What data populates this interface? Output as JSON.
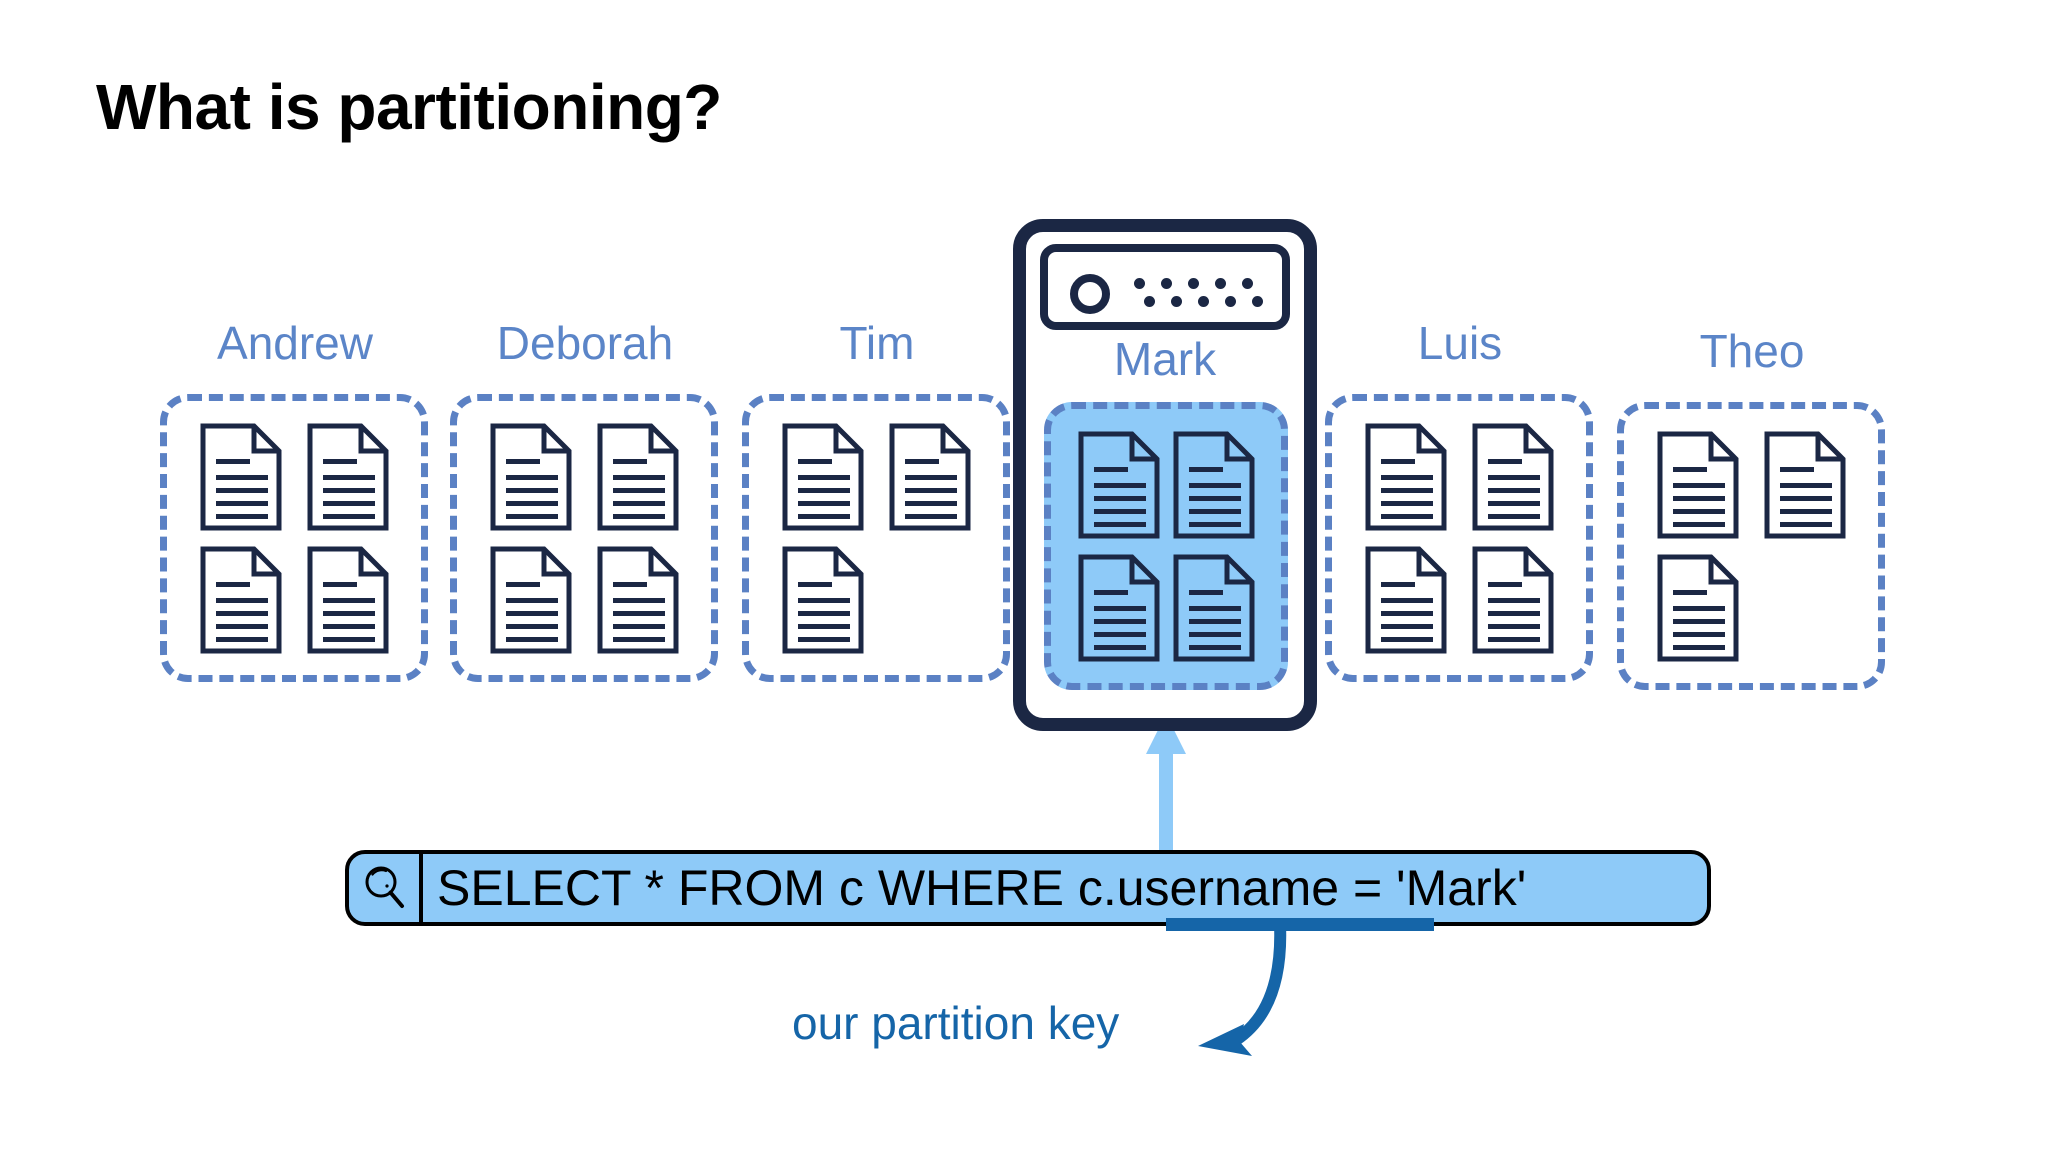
{
  "slide": {
    "title": "What is partitioning?",
    "background_color": "#ffffff"
  },
  "colors": {
    "title_text": "#000000",
    "name_label": "#5b85c8",
    "dashed_border": "#5b81c4",
    "document_outline": "#1b2744",
    "server_chassis": "#1b2744",
    "highlight_fill": "#8ecaf8",
    "callout_blue": "#1565a8",
    "query_text": "#000000"
  },
  "partitions": [
    {
      "name": "Andrew",
      "document_count": 4,
      "documents": [
        true,
        true,
        true,
        true
      ],
      "highlighted": false,
      "on_server": false
    },
    {
      "name": "Deborah",
      "document_count": 4,
      "documents": [
        true,
        true,
        true,
        true
      ],
      "highlighted": false,
      "on_server": false
    },
    {
      "name": "Tim",
      "document_count": 3,
      "documents": [
        true,
        true,
        true,
        false
      ],
      "highlighted": false,
      "on_server": false
    },
    {
      "name": "Mark",
      "document_count": 4,
      "documents": [
        true,
        true,
        true,
        true
      ],
      "highlighted": true,
      "on_server": true
    },
    {
      "name": "Luis",
      "document_count": 4,
      "documents": [
        true,
        true,
        true,
        true
      ],
      "highlighted": false,
      "on_server": false
    },
    {
      "name": "Theo",
      "document_count": 3,
      "documents": [
        true,
        true,
        true,
        false
      ],
      "highlighted": false,
      "on_server": false
    }
  ],
  "server": {
    "label": "Mark",
    "led_icon": "power-led-icon",
    "vents_icon": "vent-dots-icon",
    "vent_rows": 2,
    "vent_columns": 5
  },
  "query": {
    "search_icon": "magnifier-icon",
    "full_text": "SELECT * FROM c WHERE c.username = 'Mark'",
    "segments": {
      "before": "SELECT * FROM c WHERE ",
      "partition_key": "c.username",
      "after": " = 'Mark'"
    },
    "underlined_token": "c.username"
  },
  "callout": {
    "label": "our partition key",
    "arrow_icon": "curved-arrow-left-icon",
    "points_to": "c.username"
  },
  "routing_arrow": {
    "icon": "arrow-up-icon",
    "from": "query-bar",
    "to": "server-unit"
  }
}
